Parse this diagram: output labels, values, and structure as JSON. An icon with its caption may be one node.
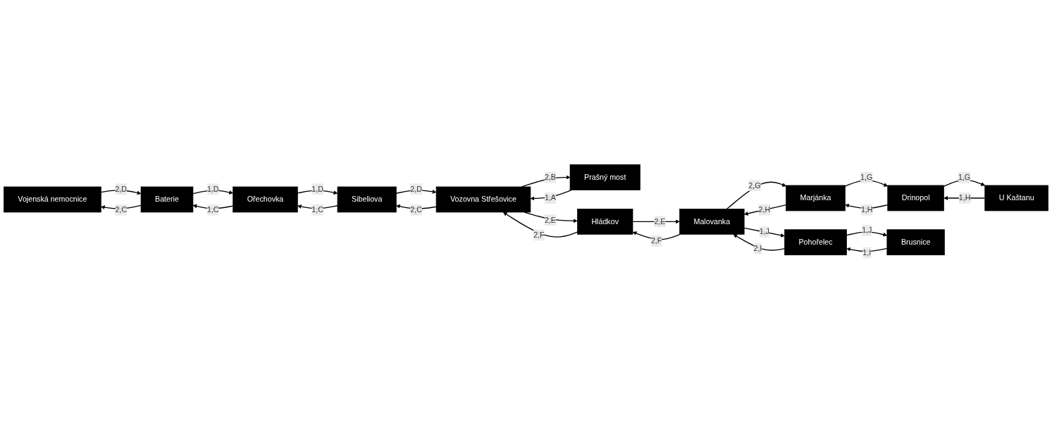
{
  "diagram": {
    "nodes": [
      {
        "text": [
          "Vojenská nemocnice"
        ]
      },
      {
        "text": [
          "Baterie"
        ]
      },
      {
        "text": [
          "Ořechovka"
        ]
      },
      {
        "text": [
          "Sibeliova"
        ]
      },
      {
        "text": [
          "Vozovna Střešovice"
        ]
      },
      {
        "text": [
          "Prašný most"
        ]
      },
      {
        "text": [
          "Hládkov"
        ]
      },
      {
        "text": [
          "U Kaštanu"
        ]
      },
      {
        "text": [
          "Drinopol"
        ]
      },
      {
        "text": [
          "Marjánka"
        ]
      },
      {
        "text": [
          "Malovanka"
        ]
      },
      {
        "text": [
          "Pohořelec"
        ]
      },
      {
        "text": [
          "Brusnice"
        ]
      }
    ],
    "edges": [
      {
        "from": 1,
        "to": 0,
        "arrow": "to",
        "label": "2,C"
      },
      {
        "from": 0,
        "to": 1,
        "arrow": "to",
        "label": "2,D"
      },
      {
        "from": 2,
        "to": 1,
        "arrow": "to",
        "label": "1,C"
      },
      {
        "from": 1,
        "to": 2,
        "arrow": "to",
        "label": "1,D"
      },
      {
        "from": 3,
        "to": 2,
        "arrow": "to",
        "label": "1,C"
      },
      {
        "from": 2,
        "to": 3,
        "arrow": "to",
        "label": "1,D"
      },
      {
        "from": 4,
        "to": 3,
        "arrow": "to",
        "label": "2,C"
      },
      {
        "from": 3,
        "to": 4,
        "arrow": "to",
        "label": "2,D"
      },
      {
        "from": 5,
        "to": 4,
        "arrow": "to",
        "label": "1,A"
      },
      {
        "from": 4,
        "to": 5,
        "arrow": "to",
        "label": "2,B"
      },
      {
        "from": 4,
        "to": 6,
        "arrow": "to",
        "label": "2,E"
      },
      {
        "from": 6,
        "to": 4,
        "arrow": "to",
        "label": "2,F"
      },
      {
        "from": 6,
        "to": 10,
        "arrow": "to",
        "label": "2,E"
      },
      {
        "from": 10,
        "to": 6,
        "arrow": "to",
        "label": "2,F"
      },
      {
        "from": 8,
        "to": 7,
        "arrow": "to",
        "label": "1,G"
      },
      {
        "from": 7,
        "to": 8,
        "arrow": "to",
        "label": "1,H"
      },
      {
        "from": 9,
        "to": 8,
        "arrow": "to",
        "label": "1,G"
      },
      {
        "from": 8,
        "to": 9,
        "arrow": "to",
        "label": "1,H"
      },
      {
        "from": 10,
        "to": 9,
        "arrow": "to",
        "label": "2,G"
      },
      {
        "from": 9,
        "to": 10,
        "arrow": "to",
        "label": "2,H"
      },
      {
        "from": 11,
        "to": 10,
        "arrow": "to",
        "label": "2,I"
      },
      {
        "from": 10,
        "to": 11,
        "arrow": "to",
        "label": "1,J"
      },
      {
        "from": 12,
        "to": 11,
        "arrow": "to",
        "label": "1,I"
      },
      {
        "from": 11,
        "to": 12,
        "arrow": "to",
        "label": "1,J"
      }
    ]
  }
}
